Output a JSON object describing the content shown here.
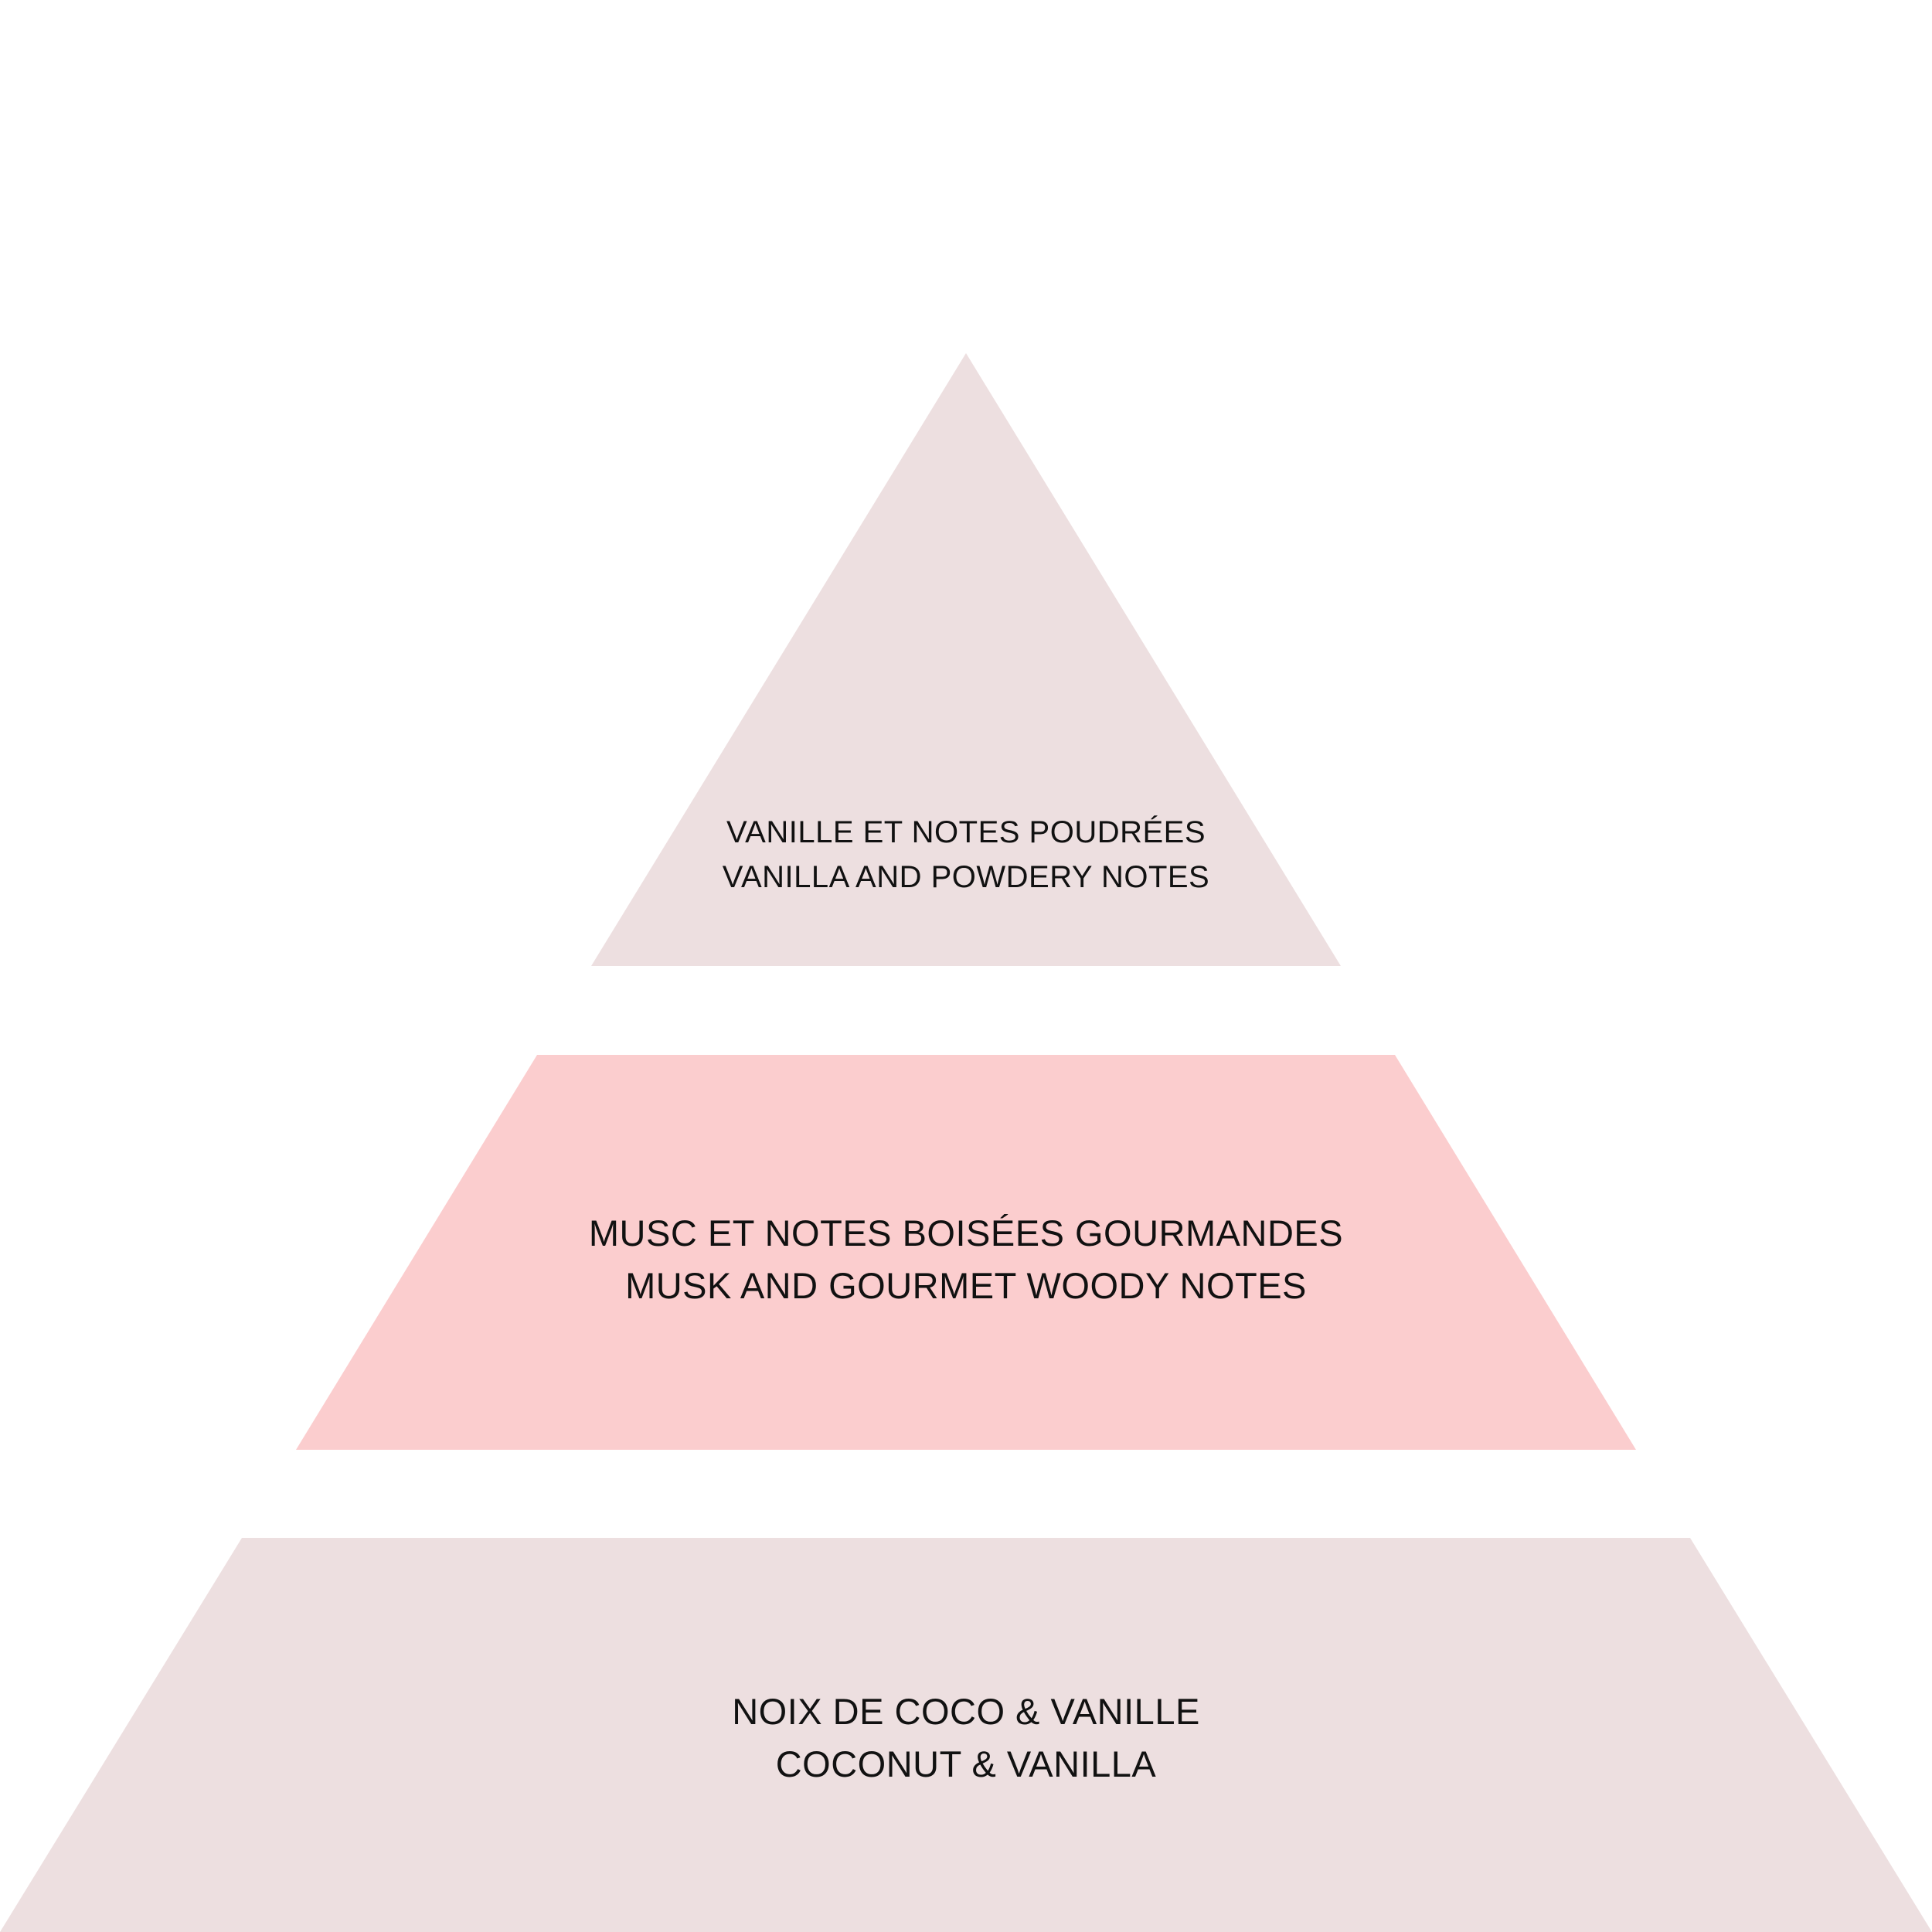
{
  "colors": {
    "top": "#eddfe0",
    "middle": "#fbcdce",
    "base": "#eddfe0",
    "text": "#111111",
    "background": "#ffffff"
  },
  "tiers": {
    "top": {
      "line1": "VANILLE ET NOTES POUDRÉES",
      "line2": "VANILLA AND POWDERY NOTES"
    },
    "middle": {
      "line1": "MUSC ET NOTES BOISÉES GOURMANDES",
      "line2": "MUSK AND GOURMET WOODY NOTES"
    },
    "base": {
      "line1": "NOIX DE COCO & VANILLE",
      "line2": "COCONUT & VANILLA"
    }
  }
}
